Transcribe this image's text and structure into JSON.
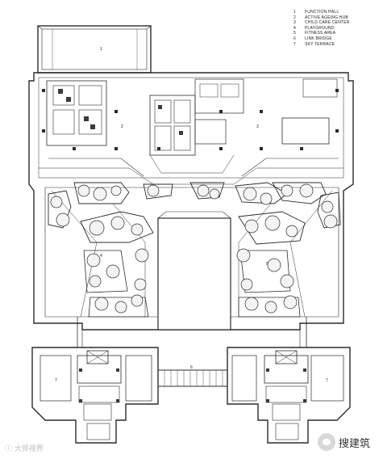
{
  "legend": {
    "items": [
      {
        "num": "1",
        "label": "FUNCTION HALL"
      },
      {
        "num": "2",
        "label": "ACTIVE AGEING HUB"
      },
      {
        "num": "3",
        "label": "CHILD CARE CENTER"
      },
      {
        "num": "4",
        "label": "PLAYGROUND"
      },
      {
        "num": "5",
        "label": "FITNESS AREA"
      },
      {
        "num": "6",
        "label": "LINK BRIDGE"
      },
      {
        "num": "7",
        "label": "SKY TERRACE"
      }
    ]
  },
  "labels": {
    "function_hall": "1",
    "ageing_hub": "2",
    "child_care": "3",
    "playground": "4",
    "fitness": "5",
    "link_bridge": "6",
    "sky_terrace_left": "7",
    "sky_terrace_right": "7"
  },
  "watermarks": {
    "left": "ⓘ 大师视界",
    "right": "搜建筑"
  },
  "colors": {
    "line": "#2b2b2b",
    "fill_dark": "#3a3a3a",
    "tree_fill": "#f4f4f4"
  }
}
